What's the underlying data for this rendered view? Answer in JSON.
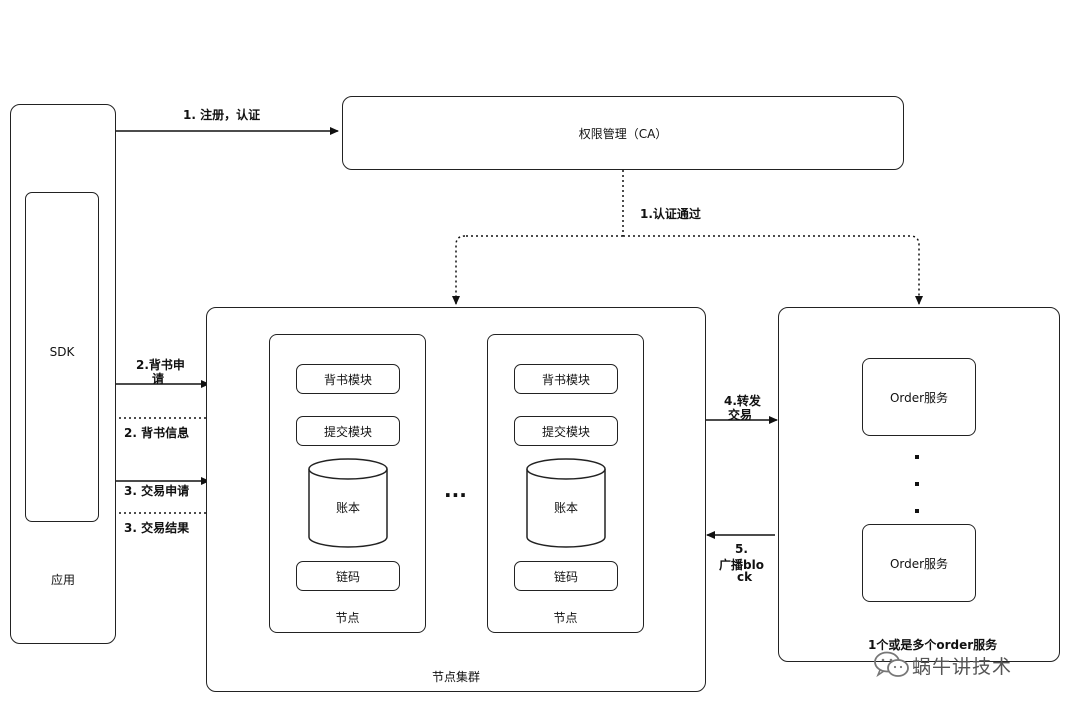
{
  "app": {
    "label": "应用",
    "sdk": "SDK"
  },
  "ca": {
    "label": "权限管理（CA）"
  },
  "edges": {
    "register": "1. 注册，认证",
    "auth_passed": "1.认证通过",
    "endorse_request": [
      "2.背书申",
      "请"
    ],
    "endorse_info": "2. 背书信息",
    "tx_request": "3. 交易申请",
    "tx_result": "3. 交易结果",
    "forward_tx": [
      "4.转发",
      "交易"
    ],
    "broadcast_block": [
      "5.",
      "广播blo",
      "ck"
    ]
  },
  "cluster": {
    "label": "节点集群",
    "ellipsis": "...",
    "nodes": [
      {
        "endorse": "背书模块",
        "commit": "提交模块",
        "ledger": "账本",
        "chaincode": "链码",
        "label": "节点"
      },
      {
        "endorse": "背书模块",
        "commit": "提交模块",
        "ledger": "账本",
        "chaincode": "链码",
        "label": "节点"
      }
    ]
  },
  "orderer": {
    "services": [
      "Order服务",
      "Order服务"
    ],
    "caption": "1个或是多个order服务"
  },
  "watermark": "蜗牛讲技术"
}
